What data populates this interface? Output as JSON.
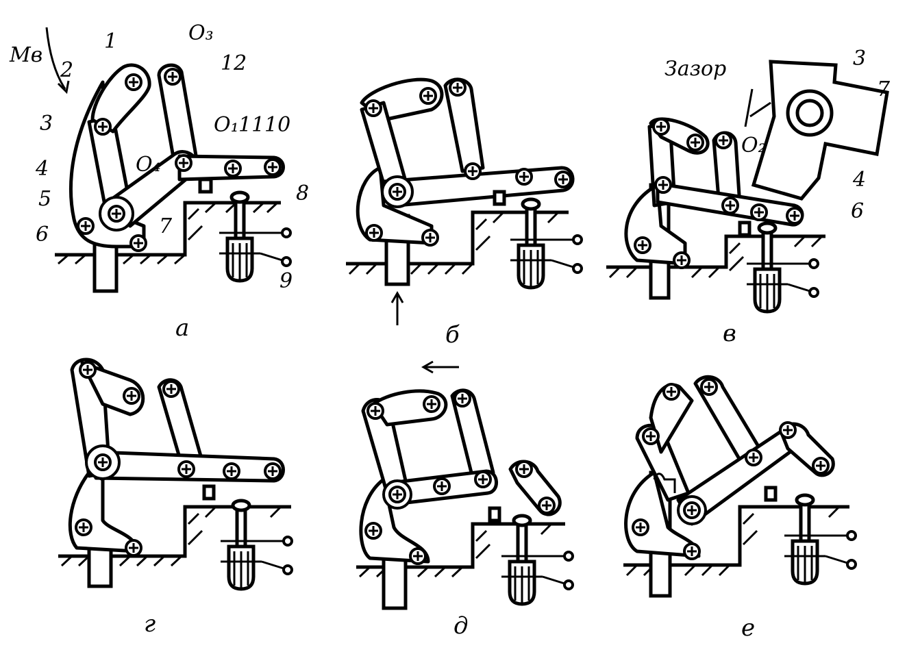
{
  "figure": {
    "panels": [
      {
        "id": "a",
        "caption": "а"
      },
      {
        "id": "b",
        "caption": "б"
      },
      {
        "id": "v",
        "caption": "в"
      },
      {
        "id": "g",
        "caption": "г"
      },
      {
        "id": "d",
        "caption": "д"
      },
      {
        "id": "e",
        "caption": "е"
      }
    ],
    "labels_a": {
      "moment": "Мв",
      "n1": "1",
      "n2": "2",
      "n3": "3",
      "n4": "4",
      "n5": "5",
      "n6": "6",
      "n7": "7",
      "n8": "8",
      "n9": "9",
      "n10": "10",
      "n11": "11",
      "n12": "12",
      "o1": "O₁",
      "o3": "O₃",
      "o4": "O₄"
    },
    "labels_v": {
      "gap": "Зазор",
      "o2": "O₂",
      "n3": "3",
      "n4": "4",
      "n6": "6",
      "n7": "7"
    }
  }
}
